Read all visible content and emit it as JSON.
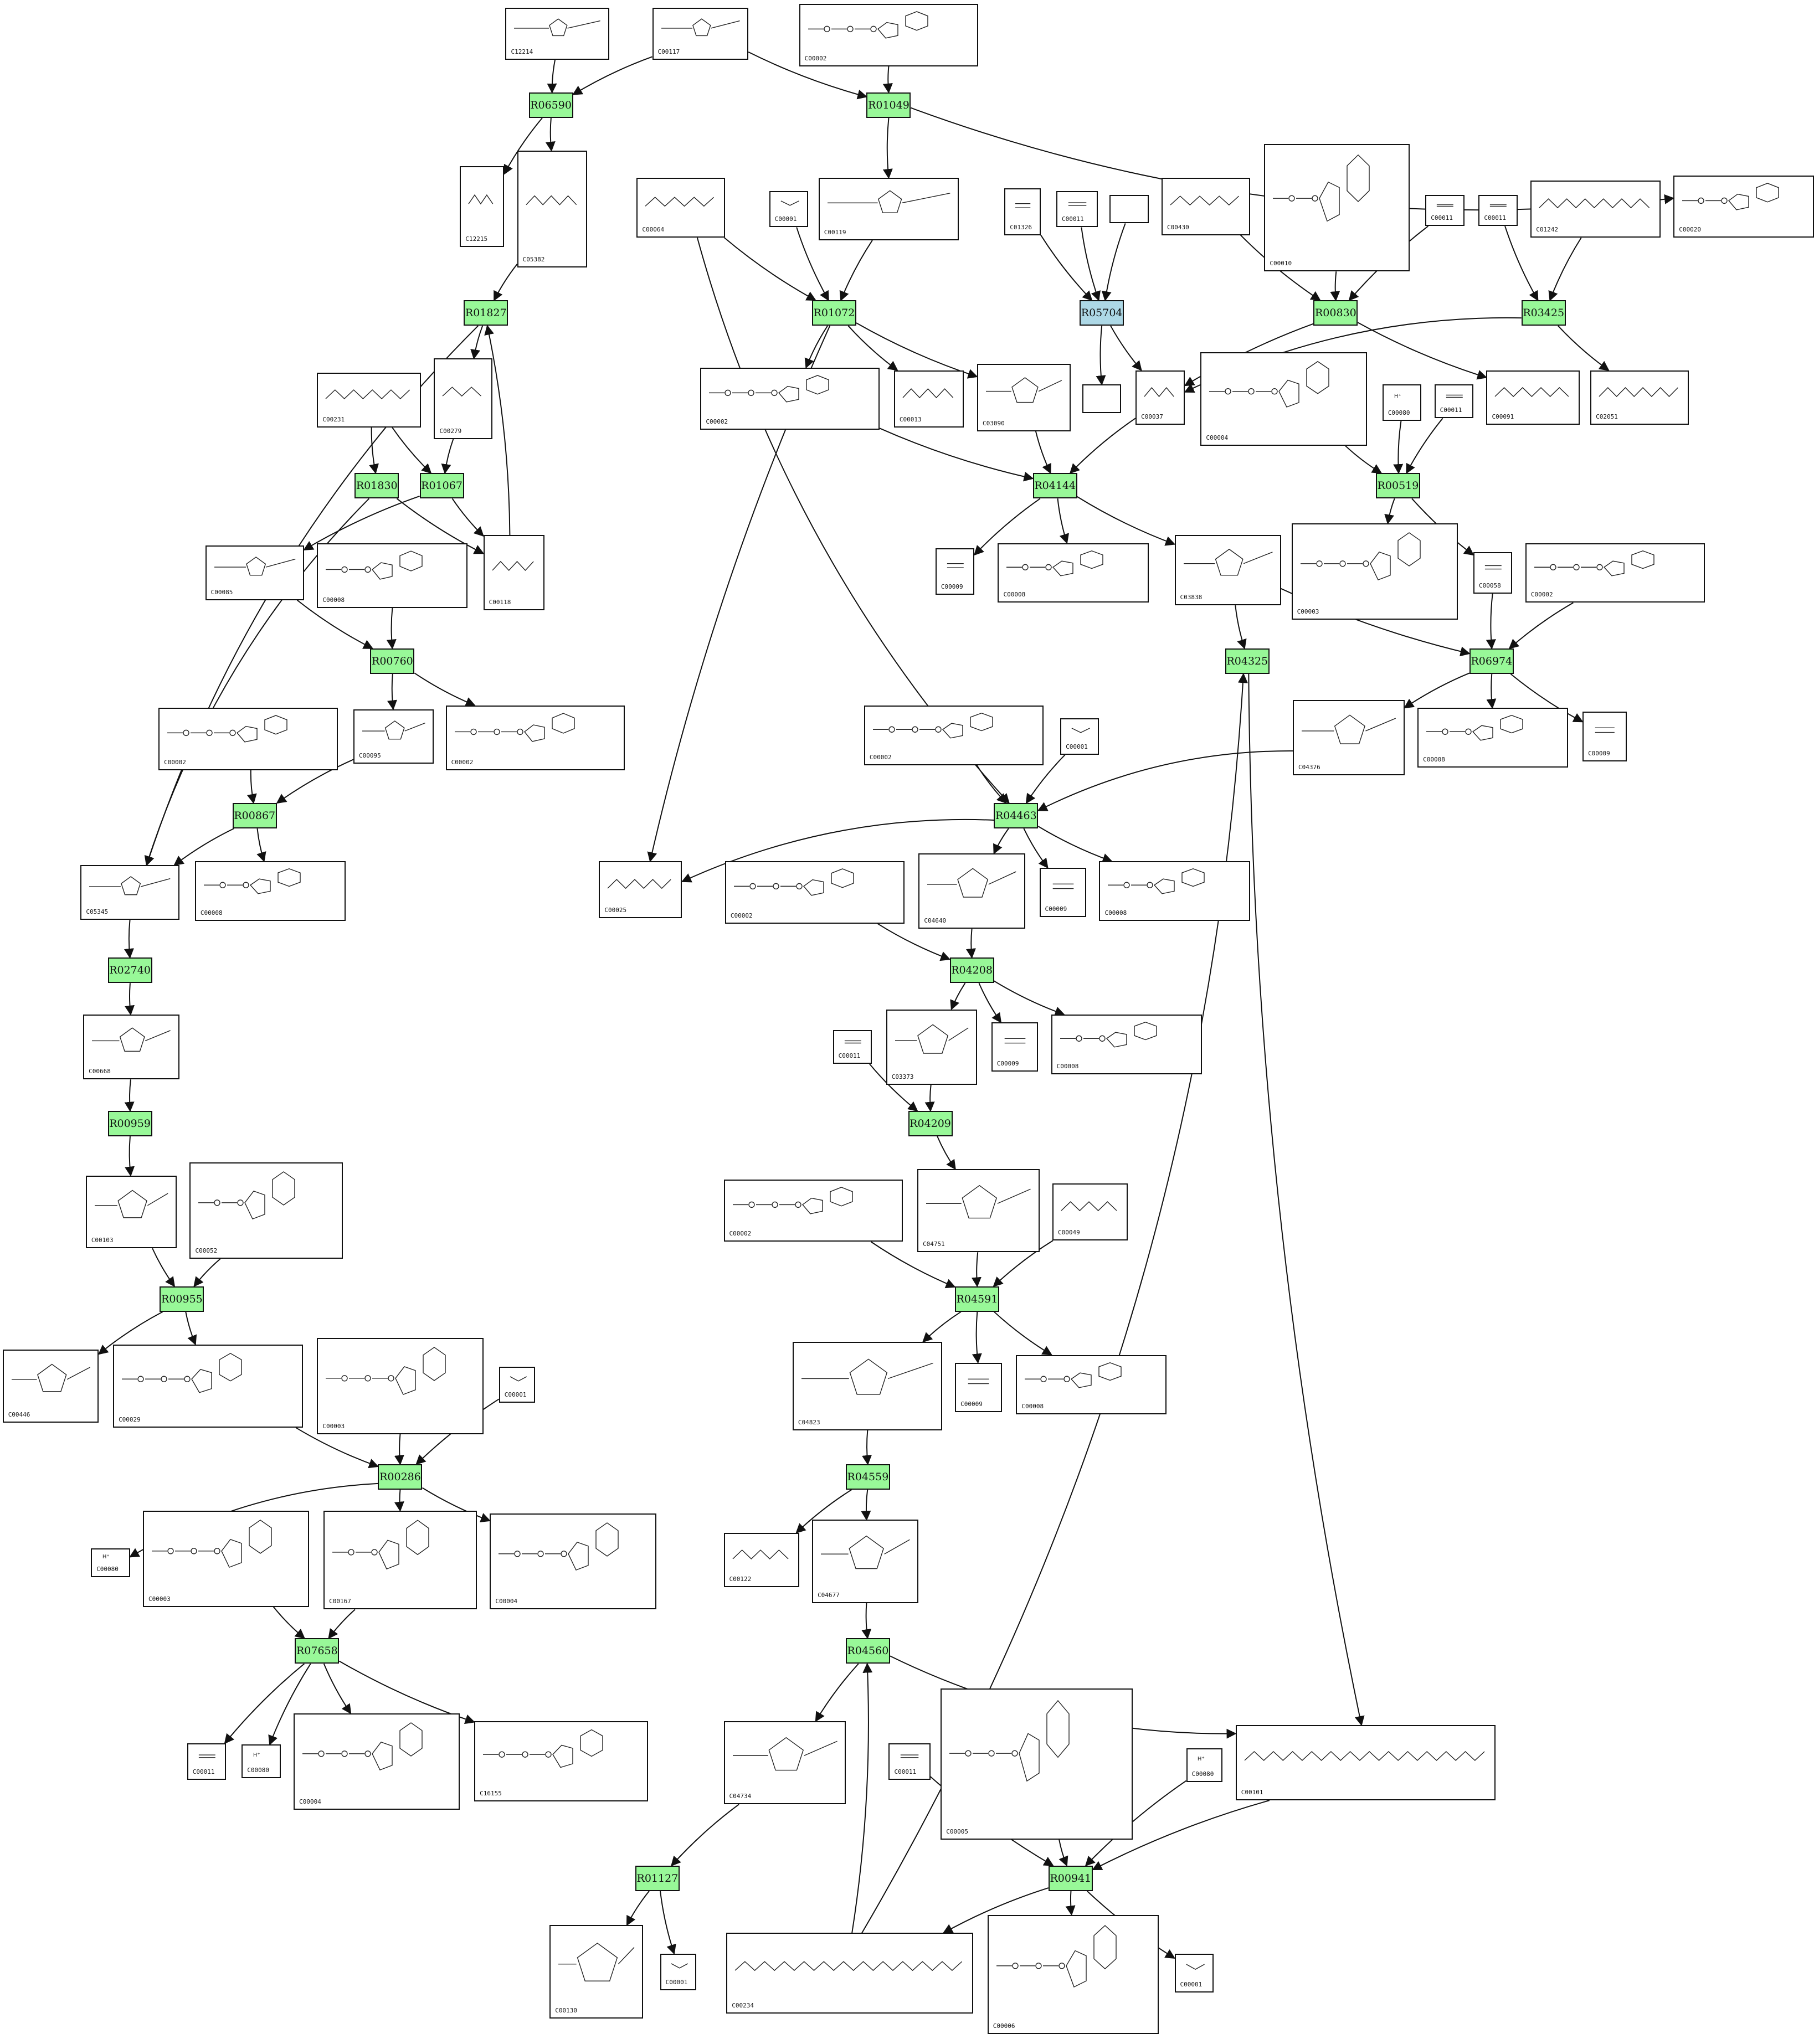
{
  "colors": {
    "reaction_fill": "#98f898",
    "reaction_special_fill": "#add8e6",
    "edge": "#111111",
    "box_border": "#111111"
  },
  "reactions": [
    {
      "id": "R06590",
      "label": "R06590",
      "kind": "normal"
    },
    {
      "id": "R01049",
      "label": "R01049",
      "kind": "normal"
    },
    {
      "id": "R01827",
      "label": "R01827",
      "kind": "normal"
    },
    {
      "id": "R01072",
      "label": "R01072",
      "kind": "normal"
    },
    {
      "id": "R05704",
      "label": "R05704",
      "kind": "special"
    },
    {
      "id": "R00830",
      "label": "R00830",
      "kind": "normal"
    },
    {
      "id": "R03425",
      "label": "R03425",
      "kind": "normal"
    },
    {
      "id": "R01830",
      "label": "R01830",
      "kind": "normal"
    },
    {
      "id": "R01067",
      "label": "R01067",
      "kind": "normal"
    },
    {
      "id": "R04144",
      "label": "R04144",
      "kind": "normal"
    },
    {
      "id": "R00519",
      "label": "R00519",
      "kind": "normal"
    },
    {
      "id": "R00760",
      "label": "R00760",
      "kind": "normal"
    },
    {
      "id": "R04325",
      "label": "R04325",
      "kind": "normal"
    },
    {
      "id": "R06974",
      "label": "R06974",
      "kind": "normal"
    },
    {
      "id": "R00867",
      "label": "R00867",
      "kind": "normal"
    },
    {
      "id": "R04463",
      "label": "R04463",
      "kind": "normal"
    },
    {
      "id": "R02740",
      "label": "R02740",
      "kind": "normal"
    },
    {
      "id": "R04208",
      "label": "R04208",
      "kind": "normal"
    },
    {
      "id": "R00959",
      "label": "R00959",
      "kind": "normal"
    },
    {
      "id": "R04209",
      "label": "R04209",
      "kind": "normal"
    },
    {
      "id": "R04591",
      "label": "R04591",
      "kind": "normal"
    },
    {
      "id": "R00955",
      "label": "R00955",
      "kind": "normal"
    },
    {
      "id": "R00286",
      "label": "R00286",
      "kind": "normal"
    },
    {
      "id": "R04559",
      "label": "R04559",
      "kind": "normal"
    },
    {
      "id": "R07658",
      "label": "R07658",
      "kind": "normal"
    },
    {
      "id": "R04560",
      "label": "R04560",
      "kind": "normal"
    },
    {
      "id": "R01127",
      "label": "R01127",
      "kind": "normal"
    },
    {
      "id": "R00941",
      "label": "R00941",
      "kind": "normal"
    }
  ],
  "compounds": [
    {
      "id": "C12214",
      "label": "C12214",
      "mol": "sugar"
    },
    {
      "id": "C00117",
      "label": "C00117",
      "mol": "sugar"
    },
    {
      "id": "C00002a",
      "label": "C00002",
      "mol": "nucleotide"
    },
    {
      "id": "C12215",
      "label": "C12215",
      "mol": "chain"
    },
    {
      "id": "C05382",
      "label": "C05382",
      "mol": "chain"
    },
    {
      "id": "C00064",
      "label": "C00064",
      "mol": "chain"
    },
    {
      "id": "C00001a",
      "label": "C00001",
      "mol": "water"
    },
    {
      "id": "C00119",
      "label": "C00119",
      "mol": "sugar"
    },
    {
      "id": "C01326",
      "label": "C01326",
      "mol": "small"
    },
    {
      "id": "C00011a",
      "label": "C00011",
      "mol": "small"
    },
    {
      "id": "BLANK1",
      "label": "",
      "mol": "none"
    },
    {
      "id": "C00430",
      "label": "C00430",
      "mol": "chain"
    },
    {
      "id": "C00010",
      "label": "C00010",
      "mol": "nucleotide"
    },
    {
      "id": "C00011b",
      "label": "C00011",
      "mol": "small"
    },
    {
      "id": "C00011c",
      "label": "C00011",
      "mol": "small"
    },
    {
      "id": "C01242",
      "label": "C01242",
      "mol": "chain"
    },
    {
      "id": "C00020",
      "label": "C00020",
      "mol": "nucleotide"
    },
    {
      "id": "C00231",
      "label": "C00231",
      "mol": "chain"
    },
    {
      "id": "C00279",
      "label": "C00279",
      "mol": "chain"
    },
    {
      "id": "C00002b",
      "label": "C00002",
      "mol": "nucleotide"
    },
    {
      "id": "C00013",
      "label": "C00013",
      "mol": "chain"
    },
    {
      "id": "C03090",
      "label": "C03090",
      "mol": "sugar"
    },
    {
      "id": "BLANK2",
      "label": "",
      "mol": "none"
    },
    {
      "id": "C00037",
      "label": "C00037",
      "mol": "chain"
    },
    {
      "id": "C00004a",
      "label": "C00004",
      "mol": "nucleotide"
    },
    {
      "id": "C00080a",
      "label": "C00080",
      "mol": "hplus"
    },
    {
      "id": "C00011d",
      "label": "C00011",
      "mol": "small"
    },
    {
      "id": "C00091",
      "label": "C00091",
      "mol": "chain"
    },
    {
      "id": "C02051",
      "label": "C02051",
      "mol": "chain"
    },
    {
      "id": "C00085",
      "label": "C00085",
      "mol": "sugar"
    },
    {
      "id": "C00008a",
      "label": "C00008",
      "mol": "nucleotide"
    },
    {
      "id": "C00118",
      "label": "C00118",
      "mol": "chain"
    },
    {
      "id": "C00009a",
      "label": "C00009",
      "mol": "small"
    },
    {
      "id": "C00008b",
      "label": "C00008",
      "mol": "nucleotide"
    },
    {
      "id": "C03838",
      "label": "C03838",
      "mol": "sugar"
    },
    {
      "id": "C00003a",
      "label": "C00003",
      "mol": "nucleotide"
    },
    {
      "id": "C00058",
      "label": "C00058",
      "mol": "small"
    },
    {
      "id": "C00002c",
      "label": "C00002",
      "mol": "nucleotide"
    },
    {
      "id": "C00002d",
      "label": "C00002",
      "mol": "nucleotide"
    },
    {
      "id": "C00095",
      "label": "C00095",
      "mol": "sugar"
    },
    {
      "id": "C00002e",
      "label": "C00002",
      "mol": "nucleotide"
    },
    {
      "id": "C00002f",
      "label": "C00002",
      "mol": "nucleotide"
    },
    {
      "id": "C00001b",
      "label": "C00001",
      "mol": "water"
    },
    {
      "id": "C04376",
      "label": "C04376",
      "mol": "sugar"
    },
    {
      "id": "C00008c",
      "label": "C00008",
      "mol": "nucleotide"
    },
    {
      "id": "C00009b",
      "label": "C00009",
      "mol": "small"
    },
    {
      "id": "C05345",
      "label": "C05345",
      "mol": "sugar"
    },
    {
      "id": "C00008d",
      "label": "C00008",
      "mol": "nucleotide"
    },
    {
      "id": "C00025",
      "label": "C00025",
      "mol": "chain"
    },
    {
      "id": "C00002g",
      "label": "C00002",
      "mol": "nucleotide"
    },
    {
      "id": "C04640",
      "label": "C04640",
      "mol": "sugar"
    },
    {
      "id": "C00009c",
      "label": "C00009",
      "mol": "small"
    },
    {
      "id": "C00008e",
      "label": "C00008",
      "mol": "nucleotide"
    },
    {
      "id": "C00668",
      "label": "C00668",
      "mol": "sugar"
    },
    {
      "id": "C00011e",
      "label": "C00011",
      "mol": "small"
    },
    {
      "id": "C03373",
      "label": "C03373",
      "mol": "sugar"
    },
    {
      "id": "C00009d",
      "label": "C00009",
      "mol": "small"
    },
    {
      "id": "C00008f",
      "label": "C00008",
      "mol": "nucleotide"
    },
    {
      "id": "C00103",
      "label": "C00103",
      "mol": "sugar"
    },
    {
      "id": "C00052",
      "label": "C00052",
      "mol": "nucleotide"
    },
    {
      "id": "C00002h",
      "label": "C00002",
      "mol": "nucleotide"
    },
    {
      "id": "C04751",
      "label": "C04751",
      "mol": "sugar"
    },
    {
      "id": "C00049",
      "label": "C00049",
      "mol": "chain"
    },
    {
      "id": "C00446",
      "label": "C00446",
      "mol": "sugar"
    },
    {
      "id": "C00029",
      "label": "C00029",
      "mol": "nucleotide"
    },
    {
      "id": "C00003b",
      "label": "C00003",
      "mol": "nucleotide"
    },
    {
      "id": "C00001c",
      "label": "C00001",
      "mol": "water"
    },
    {
      "id": "C04823",
      "label": "C04823",
      "mol": "sugar"
    },
    {
      "id": "C00009e",
      "label": "C00009",
      "mol": "small"
    },
    {
      "id": "C00008g",
      "label": "C00008",
      "mol": "nucleotide"
    },
    {
      "id": "C00080b",
      "label": "C00080",
      "mol": "hplus"
    },
    {
      "id": "C00003c",
      "label": "C00003",
      "mol": "nucleotide"
    },
    {
      "id": "C00167",
      "label": "C00167",
      "mol": "nucleotide"
    },
    {
      "id": "C00004b",
      "label": "C00004",
      "mol": "nucleotide"
    },
    {
      "id": "C00122",
      "label": "C00122",
      "mol": "chain"
    },
    {
      "id": "C04677",
      "label": "C04677",
      "mol": "sugar"
    },
    {
      "id": "C00011f",
      "label": "C00011",
      "mol": "small"
    },
    {
      "id": "C00080c",
      "label": "C00080",
      "mol": "hplus"
    },
    {
      "id": "C00004c",
      "label": "C00004",
      "mol": "nucleotide"
    },
    {
      "id": "C16155",
      "label": "C16155",
      "mol": "nucleotide"
    },
    {
      "id": "C04734",
      "label": "C04734",
      "mol": "sugar"
    },
    {
      "id": "C00011g",
      "label": "C00011",
      "mol": "small"
    },
    {
      "id": "C00005",
      "label": "C00005",
      "mol": "nucleotide"
    },
    {
      "id": "C00080d",
      "label": "C00080",
      "mol": "hplus"
    },
    {
      "id": "C00101",
      "label": "C00101",
      "mol": "chain"
    },
    {
      "id": "C00130",
      "label": "C00130",
      "mol": "sugar"
    },
    {
      "id": "C00001d",
      "label": "C00001",
      "mol": "water"
    },
    {
      "id": "C00234",
      "label": "C00234",
      "mol": "chain"
    },
    {
      "id": "C00006",
      "label": "C00006",
      "mol": "nucleotide"
    },
    {
      "id": "C00001e",
      "label": "C00001",
      "mol": "water"
    }
  ],
  "edges": [
    [
      "C12214",
      "R06590"
    ],
    [
      "C00117",
      "R06590"
    ],
    [
      "C00117",
      "R01049"
    ],
    [
      "C00002a",
      "R01049"
    ],
    [
      "R06590",
      "C12215"
    ],
    [
      "R06590",
      "C05382"
    ],
    [
      "R01049",
      "C00119"
    ],
    [
      "R01049",
      "C00020"
    ],
    [
      "C05382",
      "R01827"
    ],
    [
      "R01827",
      "C00279"
    ],
    [
      "R01827",
      "C05345"
    ],
    [
      "C00064",
      "R01072"
    ],
    [
      "C00001a",
      "R01072"
    ],
    [
      "C00119",
      "R01072"
    ],
    [
      "R01072",
      "C00002b"
    ],
    [
      "R01072",
      "C00013"
    ],
    [
      "R01072",
      "C03090"
    ],
    [
      "R01072",
      "C00025"
    ],
    [
      "C01326",
      "R05704"
    ],
    [
      "C00011a",
      "R05704"
    ],
    [
      "BLANK1",
      "R05704"
    ],
    [
      "R05704",
      "BLANK2"
    ],
    [
      "R05704",
      "C00037"
    ],
    [
      "C00430",
      "R00830"
    ],
    [
      "C00010",
      "R00830"
    ],
    [
      "C00011b",
      "R00830"
    ],
    [
      "R00830",
      "C00037"
    ],
    [
      "R00830",
      "C00091"
    ],
    [
      "C00011c",
      "R03425"
    ],
    [
      "C01242",
      "R03425"
    ],
    [
      "R03425",
      "C00037"
    ],
    [
      "R03425",
      "C02051"
    ],
    [
      "C00231",
      "R01830"
    ],
    [
      "C00279",
      "R01067"
    ],
    [
      "C00231",
      "R01067"
    ],
    [
      "R01830",
      "C05345"
    ],
    [
      "R01830",
      "C00118"
    ],
    [
      "R01067",
      "C00085"
    ],
    [
      "R01067",
      "C00118"
    ],
    [
      "C00118",
      "R01827"
    ],
    [
      "C00002b",
      "R04144"
    ],
    [
      "C03090",
      "R04144"
    ],
    [
      "C00037",
      "R04144"
    ],
    [
      "R04144",
      "C00009a"
    ],
    [
      "R04144",
      "C00008b"
    ],
    [
      "R04144",
      "C03838"
    ],
    [
      "C00004a",
      "R00519"
    ],
    [
      "C00080a",
      "R00519"
    ],
    [
      "C00011d",
      "R00519"
    ],
    [
      "R00519",
      "C00003a"
    ],
    [
      "R00519",
      "C00058"
    ],
    [
      "C00085",
      "R00760"
    ],
    [
      "C00008a",
      "R00760"
    ],
    [
      "R00760",
      "C00095"
    ],
    [
      "R00760",
      "C00002e"
    ],
    [
      "C03838",
      "R04325"
    ],
    [
      "C03838",
      "R06974"
    ],
    [
      "C00058",
      "R06974"
    ],
    [
      "C00002c",
      "R06974"
    ],
    [
      "R06974",
      "C04376"
    ],
    [
      "R06974",
      "C00008c"
    ],
    [
      "R06974",
      "C00009b"
    ],
    [
      "C00002d",
      "R00867"
    ],
    [
      "C00095",
      "R00867"
    ],
    [
      "R00867",
      "C05345"
    ],
    [
      "R00867",
      "C00008d"
    ],
    [
      "C00064",
      "R04463"
    ],
    [
      "C00002f",
      "R04463"
    ],
    [
      "C00001b",
      "R04463"
    ],
    [
      "C04376",
      "R04463"
    ],
    [
      "R04463",
      "C00025"
    ],
    [
      "R04463",
      "C04640"
    ],
    [
      "R04463",
      "C00009c"
    ],
    [
      "R04463",
      "C00008e"
    ],
    [
      "C05345",
      "R02740"
    ],
    [
      "R02740",
      "C00668"
    ],
    [
      "C00002g",
      "R04208"
    ],
    [
      "C04640",
      "R04208"
    ],
    [
      "R04208",
      "C03373"
    ],
    [
      "R04208",
      "C00009d"
    ],
    [
      "R04208",
      "C00008f"
    ],
    [
      "C00668",
      "R00959"
    ],
    [
      "R00959",
      "C00103"
    ],
    [
      "C00011e",
      "R04209"
    ],
    [
      "C03373",
      "R04209"
    ],
    [
      "R04209",
      "C04751"
    ],
    [
      "C00002h",
      "R04591"
    ],
    [
      "C04751",
      "R04591"
    ],
    [
      "C00049",
      "R04591"
    ],
    [
      "R04591",
      "C04823"
    ],
    [
      "R04591",
      "C00009e"
    ],
    [
      "R04591",
      "C00008g"
    ],
    [
      "C00103",
      "R00955"
    ],
    [
      "C00052",
      "R00955"
    ],
    [
      "R00955",
      "C00446"
    ],
    [
      "R00955",
      "C00029"
    ],
    [
      "C00029",
      "R00286"
    ],
    [
      "C00003b",
      "R00286"
    ],
    [
      "C00001c",
      "R00286"
    ],
    [
      "R00286",
      "C00080b"
    ],
    [
      "R00286",
      "C00167"
    ],
    [
      "R00286",
      "C00004b"
    ],
    [
      "C04823",
      "R04559"
    ],
    [
      "R04559",
      "C00122"
    ],
    [
      "R04559",
      "C04677"
    ],
    [
      "C00003c",
      "R07658"
    ],
    [
      "C00167",
      "R07658"
    ],
    [
      "R07658",
      "C00011f"
    ],
    [
      "R07658",
      "C00080c"
    ],
    [
      "R07658",
      "C00004c"
    ],
    [
      "R07658",
      "C16155"
    ],
    [
      "C04677",
      "R04560"
    ],
    [
      "C00234",
      "R04560"
    ],
    [
      "R04560",
      "C04734"
    ],
    [
      "R04560",
      "C00101"
    ],
    [
      "C04734",
      "R01127"
    ],
    [
      "R01127",
      "C00130"
    ],
    [
      "R01127",
      "C00001d"
    ],
    [
      "C00011g",
      "R00941"
    ],
    [
      "C00005",
      "R00941"
    ],
    [
      "C00080d",
      "R00941"
    ],
    [
      "C00101",
      "R00941"
    ],
    [
      "R00941",
      "C00234"
    ],
    [
      "R00941",
      "C00006"
    ],
    [
      "R00941",
      "C00001e"
    ],
    [
      "R04325",
      "C00101"
    ],
    [
      "C00234",
      "R04325"
    ]
  ]
}
